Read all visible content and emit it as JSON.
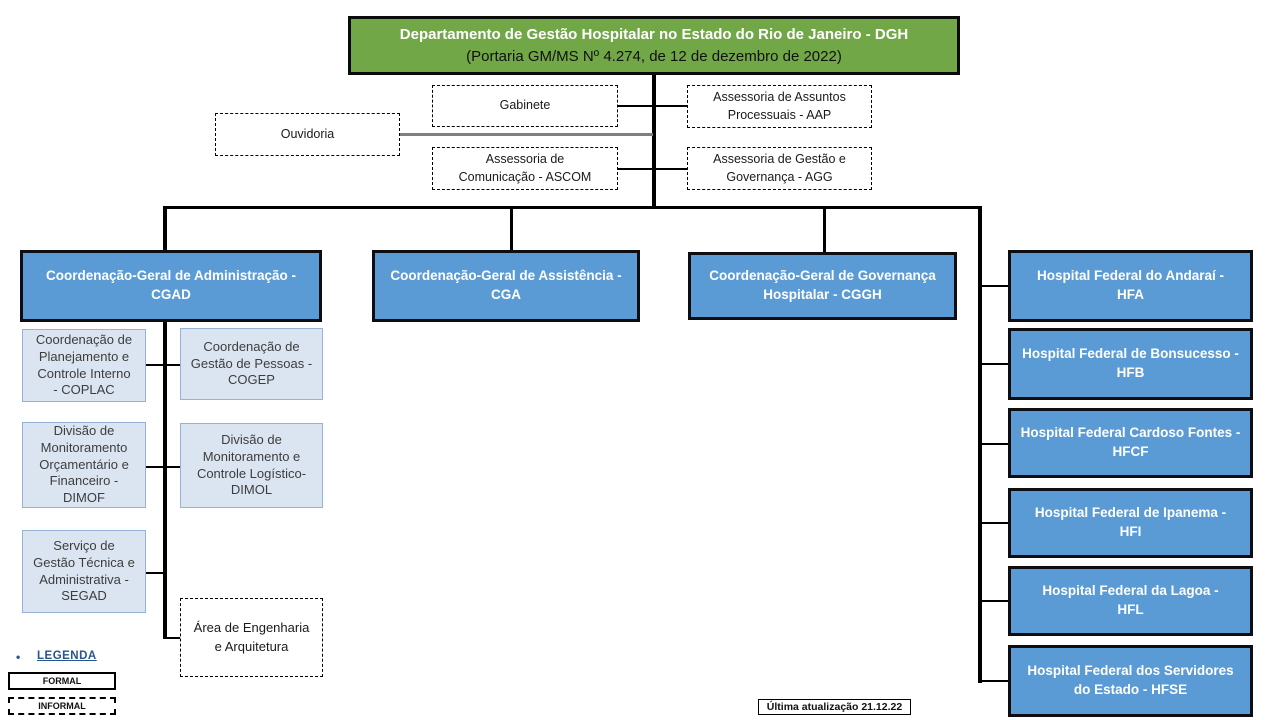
{
  "header": {
    "title": "Departamento de Gestão Hospitalar no Estado do Rio de Janeiro - DGH",
    "subtitle": "(Portaria GM/MS Nº 4.274, de 12 de dezembro de 2022)"
  },
  "staff_units": {
    "gabinete": "Gabinete",
    "ouvidoria": "Ouvidoria",
    "ascom": "Assessoria de\nComunicação - ASCOM",
    "aap": "Assessoria de Assuntos\nProcessuais - AAP",
    "agg": "Assessoria de Gestão e\nGovernança - AGG"
  },
  "coordinations": [
    {
      "id": "cgad",
      "label": "Coordenação-Geral de Administração -\nCGAD"
    },
    {
      "id": "cga",
      "label": "Coordenação-Geral de Assistência -\nCGA"
    },
    {
      "id": "cggh",
      "label": "Coordenação-Geral de Governança\nHospitalar - CGGH"
    }
  ],
  "cgad_subunits": [
    {
      "id": "coplac",
      "label": "Coordenação de\nPlanejamento e\nControle Interno\n- COPLAC"
    },
    {
      "id": "cogep",
      "label": "Coordenação de\nGestão de Pessoas -\nCOGEP"
    },
    {
      "id": "dimof",
      "label": "Divisão de\nMonitoramento\nOrçamentário e\nFinanceiro -\nDIMOF"
    },
    {
      "id": "dimol",
      "label": "Divisão de\nMonitoramento e\nControle Logístico-\nDIMOL"
    },
    {
      "id": "segad",
      "label": "Serviço de\nGestão Técnica e\nAdministrativa -\nSEGAD"
    }
  ],
  "informal_units": {
    "engenharia": "Área de Engenharia\ne Arquitetura"
  },
  "hospitals": [
    {
      "label": "Hospital Federal do Andaraí -\nHFA"
    },
    {
      "label": "Hospital Federal de Bonsucesso -\nHFB"
    },
    {
      "label": "Hospital Federal Cardoso Fontes -\nHFCF"
    },
    {
      "label": "Hospital Federal de Ipanema -\nHFI"
    },
    {
      "label": "Hospital Federal da Lagoa -\nHFL"
    },
    {
      "label": "Hospital Federal dos Servidores\ndo Estado - HFSE"
    }
  ],
  "legend": {
    "bullet_icon": "•",
    "title": "LEGENDA",
    "formal": "FORMAL",
    "informal": "INFORMAL"
  },
  "footer": {
    "last_update": "Última atualização 21.12.22"
  },
  "colors": {
    "header_green": "#72a747",
    "node_blue": "#5b9bd5",
    "subunit_fill": "#dbe5f1",
    "subunit_border": "#95b3d7",
    "connector_black": "#000000",
    "connector_gray": "#7f7f7f",
    "legend_blue": "#27568f"
  }
}
